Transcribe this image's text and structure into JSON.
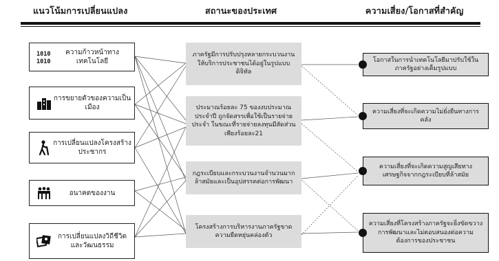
{
  "headers": {
    "trends": "แนวโน้มการเปลี่ยนแปลง",
    "state": "สถานะของประเทศ",
    "risks": "ความเสี่ยง/โอกาสที่สำคัญ"
  },
  "trends": [
    {
      "label": "ความก้าวหน้าทางเทคโนโลยี",
      "icon": "binary-code-icon"
    },
    {
      "label": "การขยายตัวของความเป็นเมือง",
      "icon": "city-buildings-icon"
    },
    {
      "label": "การเปลี่ยนแปลงโครงสร้างประชากร",
      "icon": "elderly-person-icon"
    },
    {
      "label": "อนาคตของงาน",
      "icon": "workers-group-icon"
    },
    {
      "label": "การเปลี่ยนแปลงวิถีชีวิตและวัฒนธรรม",
      "icon": "lifestyle-photos-icon"
    }
  ],
  "states": [
    {
      "text": "ภาครัฐมีการปรับปรุงหลายกระบวนงานให้บริการประชาชนได้อยู่ในรูปแบบดิจิทัล"
    },
    {
      "text": "ประมาณร้อยละ 75 ของงบประมาณประจำปี ถูกจัดสรรเพื่อใช้เป็นรายจ่ายประจำ ในขณะที่รายจ่ายลงทุนมีสัดส่วนเพียงร้อยละ21"
    },
    {
      "text": "กฎระเบียบและกระบวนงานจำนวนมากล้าสมัยและเป็นอุปสรรคต่อการพัฒนา"
    },
    {
      "text": "โครงสร้างการบริหารงานภาครัฐขาดความยืดหยุ่นคล่องตัว"
    }
  ],
  "risks": [
    {
      "text": "โอกาสในการนำเทคโนโลยีมาปรับใช้ในภาครัฐอย่างเต็มรูปแบบ"
    },
    {
      "text": "ความเสี่ยงที่จะเกิดความไม่ยั่งยืนทางการคลัง"
    },
    {
      "text": "ความเสี่ยงที่จะเกิดความสูญเสียทางเศรษฐกิจจากกฎระเบียบที่ล้าสมัย"
    },
    {
      "text": "ความเสี่ยงที่โครงสร้างภาครัฐจะยิ่งขัดขวางการพัฒนาและไม่ตอบสนองต่อความต้องการของประชาชน"
    }
  ]
}
